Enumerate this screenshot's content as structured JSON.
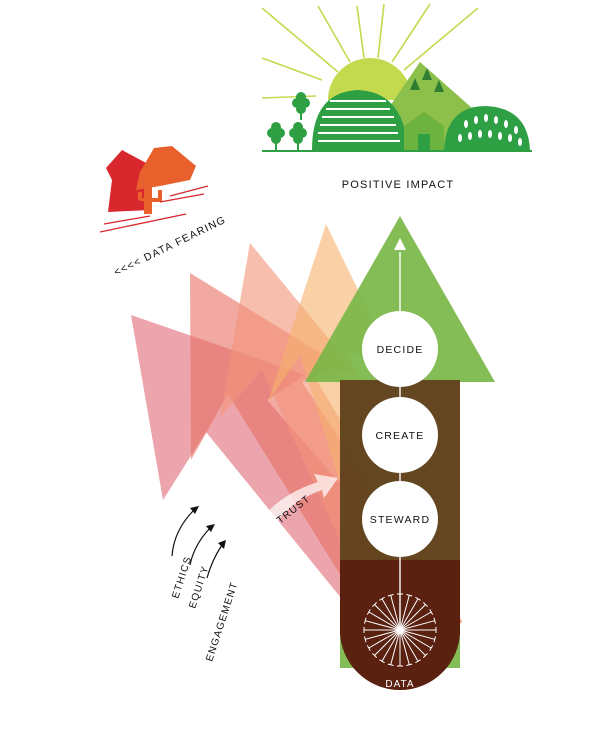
{
  "title": "POSITIVE IMPACT",
  "data_fearing_label": "<<<< DATA FEARING",
  "steps": [
    "DECIDE",
    "CREATE",
    "STEWARD"
  ],
  "source_label": "DATA",
  "trust_label": "TRUST",
  "pillars": [
    "ETHICS",
    "EQUITY",
    "ENGAGEMENT"
  ],
  "colors": {
    "green_arrow": "#7ab648",
    "dark_brown": "#5a2010",
    "pink": "#e8919a",
    "salmon": "#f4a68c",
    "orange": "#f7b77b",
    "yellow": "#fcd98e",
    "landscape_green": "#2ea043",
    "sun": "#c3d94e",
    "rock_red": "#d9272e",
    "rock_orange": "#e8612c"
  }
}
